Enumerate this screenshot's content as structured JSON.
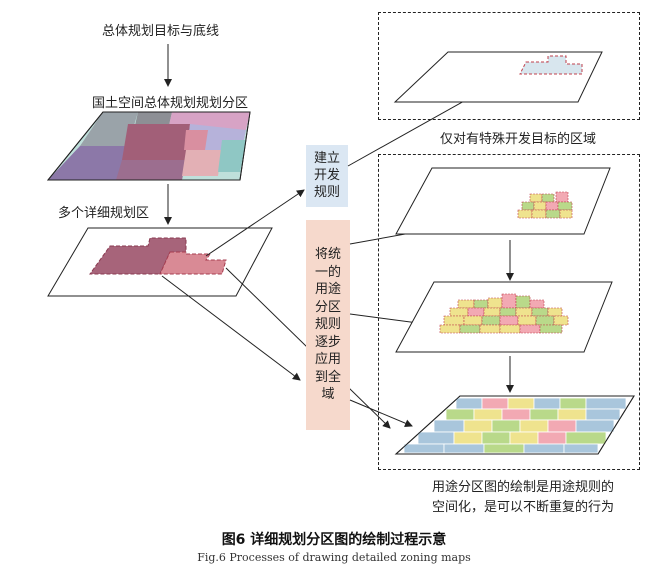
{
  "labels": {
    "top_goal": "总体规划目标与底线",
    "national_zoning": "国土空间总体规划规划分区",
    "detailed_zones": "多个详细规划区",
    "special_area_note": "仅对有特殊开发目标的区域",
    "box_build": [
      "建立",
      "开发",
      "规则"
    ],
    "box_apply": [
      "将统",
      "一的",
      "用途",
      "分区",
      "规则",
      "逐步",
      "应用",
      "到全",
      "域"
    ],
    "bottom_note_line1": "用途分区图的绘制是用途规则的",
    "bottom_note_line2": "空间化，是可以不断重复的行为"
  },
  "caption": {
    "cn": "图6   详细规划分区图的绘制过程示意",
    "en": "Fig.6   Processes of drawing detailed zoning maps"
  },
  "colors": {
    "box_build_fill": "#dbe7f3",
    "box_apply_fill": "#f6d9cc",
    "dark_rose": "#a7647a",
    "light_rose": "#d98a95",
    "grid_green": "#b9d98a",
    "grid_yellow": "#efe38e",
    "grid_pink": "#f2a9b3",
    "grid_blue": "#a9c6dc"
  }
}
